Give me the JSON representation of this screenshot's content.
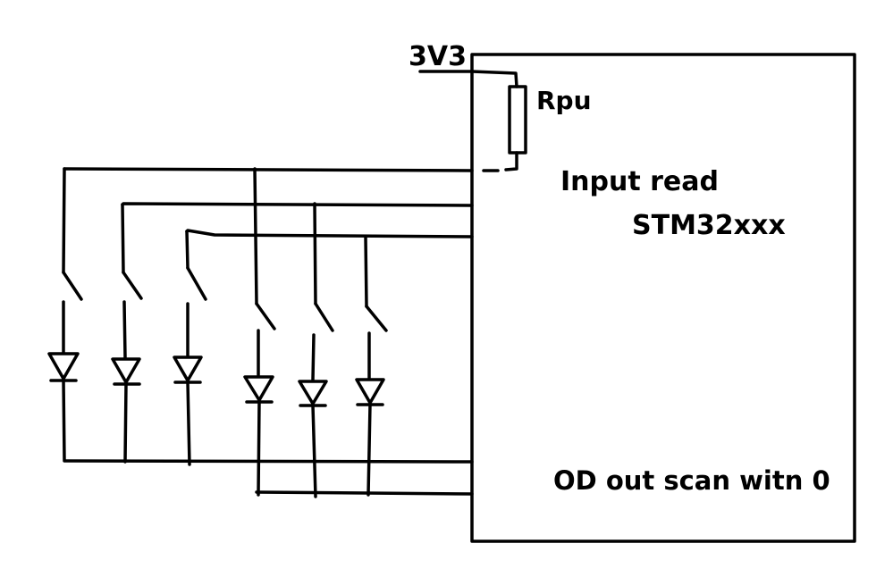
{
  "labels": {
    "supply": "3V3",
    "resistor": "Rpu",
    "input": "Input read",
    "chip": "STM32xxx",
    "output": "OD out scan witn 0"
  },
  "components": {
    "resistor_count": 1,
    "switch_count": 6,
    "diode_count": 6,
    "row_lines": 3,
    "column_lines": 2
  }
}
